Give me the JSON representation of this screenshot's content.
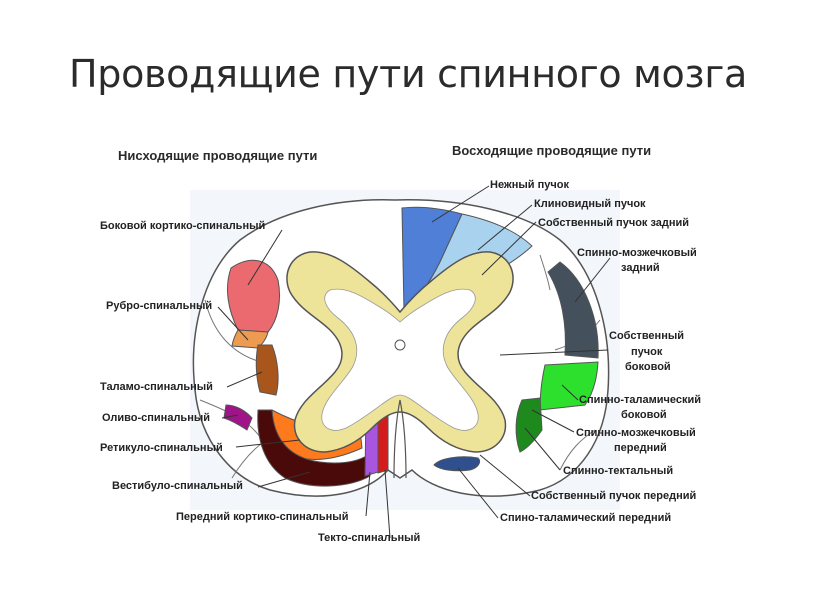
{
  "title": "Проводящие пути спинного мозга",
  "descending": {
    "heading": "Нисходящие проводящие пути",
    "labels": {
      "lateral_corticospinal": "Боковой кортико-спинальный",
      "rubrospinal": "Рубро-спинальный",
      "thalamospinal": "Таламо-спинальный",
      "olivospinal": "Оливо-спинальный",
      "reticulospinal": "Ретикуло-спинальный",
      "vestibulospinal": "Вестибуло-спинальный",
      "anterior_corticospinal": "Передний кортико-спинальный",
      "tectospinal": "Текто-спинальный"
    }
  },
  "ascending": {
    "heading": "Восходящие проводящие пути",
    "labels": {
      "gracile": "Нежный пучок",
      "cuneate": "Клиновидный пучок",
      "posterior_proper": "Собственный пучок задний",
      "posterior_spinocerebellar_1": "Спинно-мозжечковый",
      "posterior_spinocerebellar_2": "задний",
      "lateral_proper_1": "Собственный",
      "lateral_proper_2": "пучок",
      "lateral_proper_3": "боковой",
      "lateral_spinothalamic_1": "Спинно-таламический",
      "lateral_spinothalamic_2": "боковой",
      "anterior_spinocerebellar_1": "Спинно-мозжечковый",
      "anterior_spinocerebellar_2": "передний",
      "spinotectal": "Спинно-тектальный",
      "anterior_proper": "Собственный пучок передний",
      "anterior_spinothalamic": "Спино-таламический передний"
    }
  },
  "colors": {
    "gray_matter": "#ede49a",
    "white_matter": "#ffffff",
    "outline": "#555555",
    "gracile": "#4f7fd6",
    "cuneate": "#a9d2ef",
    "lateral_corticospinal": "#ea6a70",
    "rubrospinal": "#ee9b52",
    "thalamospinal": "#a8561c",
    "olivospinal": "#a0148a",
    "reticulospinal": "#ff7a1c",
    "vestibulospinal": "#4a0a0a",
    "tectospinal_purple": "#a855e0",
    "tectospinal_red": "#d41c1c",
    "posterior_spinocerebellar": "#44505c",
    "lateral_spinothalamic": "#2ee02e",
    "anterior_spinocerebellar": "#1e8a1e",
    "anterior_spinothalamic": "#2f4f8f"
  }
}
